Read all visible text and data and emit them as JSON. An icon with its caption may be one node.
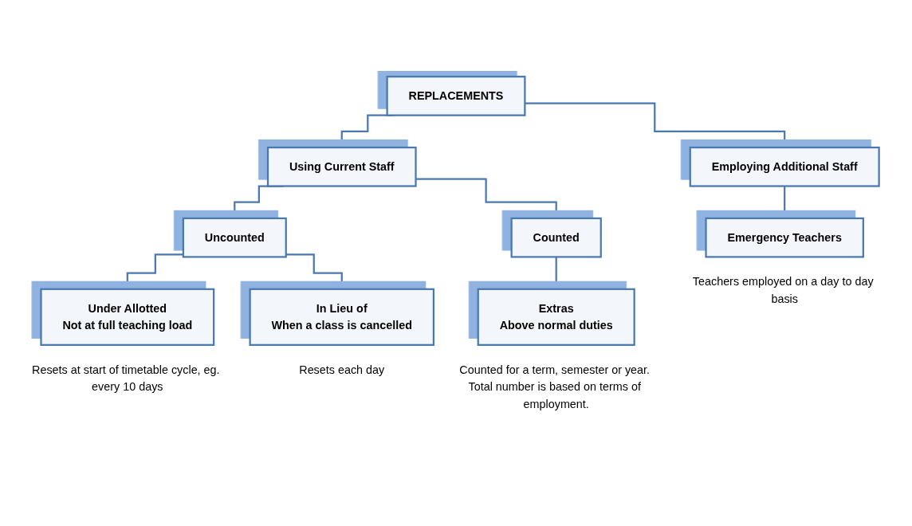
{
  "diagram": {
    "nodes": [
      {
        "text": [
          "REPLACEMENTS"
        ]
      },
      {
        "text": [
          "Using Current Staff"
        ]
      },
      {
        "text": [
          "Employing Additional Staff"
        ]
      },
      {
        "text": [
          "Uncounted"
        ]
      },
      {
        "text": [
          "Counted"
        ]
      },
      {
        "text": [
          "Under Allotted",
          "Not at full teaching load"
        ],
        "beside": [
          "Resets at start of timetable cycle, eg. every 10 days"
        ]
      },
      {
        "text": [
          "In Lieu of",
          "When a class is cancelled"
        ],
        "beside": [
          "Resets each day"
        ]
      },
      {
        "text": [
          "Extras",
          "Above normal duties"
        ],
        "beside": [
          "Counted for a term, semester or year. Total number is based on terms of employment."
        ]
      },
      {
        "text": [
          "Emergency Teachers"
        ],
        "beside": [
          "Teachers employed on a day to day basis"
        ]
      }
    ],
    "edges": [
      {
        "from": 0,
        "to": 1,
        "arrow": "none"
      },
      {
        "from": 0,
        "to": 2,
        "arrow": "none"
      },
      {
        "from": 1,
        "to": 3,
        "arrow": "none"
      },
      {
        "from": 1,
        "to": 4,
        "arrow": "none"
      },
      {
        "from": 3,
        "to": 5,
        "arrow": "none"
      },
      {
        "from": 3,
        "to": 6,
        "arrow": "none"
      },
      {
        "from": 4,
        "to": 7,
        "arrow": "none"
      },
      {
        "from": 2,
        "to": 8,
        "arrow": "none"
      }
    ]
  }
}
